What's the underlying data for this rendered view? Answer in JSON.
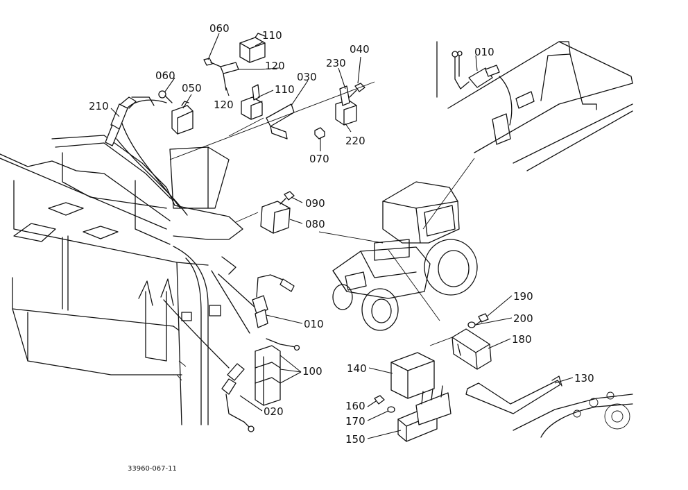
{
  "drawing_code": "33960-067-11",
  "callouts": {
    "c010a": "010",
    "c010b": "010",
    "c020": "020",
    "c030": "030",
    "c040": "040",
    "c050": "050",
    "c060a": "060",
    "c060b": "060",
    "c070": "070",
    "c080": "080",
    "c090": "090",
    "c100": "100",
    "c110a": "110",
    "c110b": "110",
    "c120a": "120",
    "c120b": "120",
    "c130": "130",
    "c140": "140",
    "c150": "150",
    "c160": "160",
    "c170": "170",
    "c180": "180",
    "c190": "190",
    "c200": "200",
    "c210": "210",
    "c220": "220",
    "c230": "230"
  }
}
